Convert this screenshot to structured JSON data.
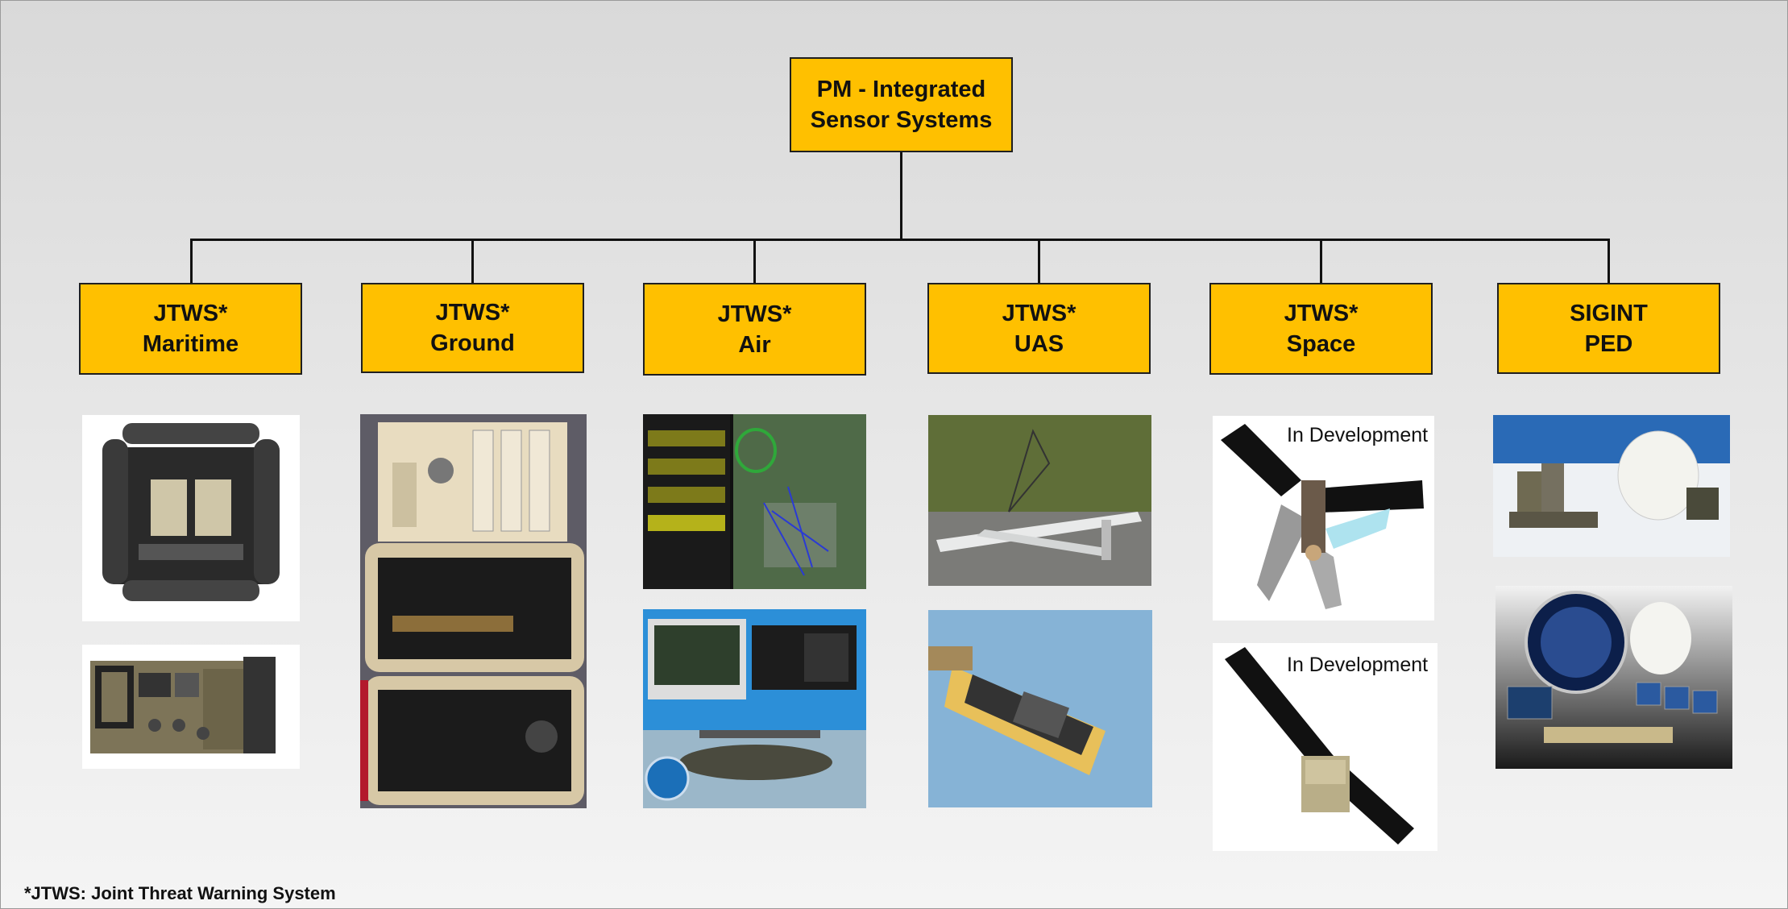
{
  "root": {
    "line1": "PM -  Integrated",
    "line2": "Sensor Systems"
  },
  "branches": [
    {
      "line1": "JTWS*",
      "line2": "Maritime"
    },
    {
      "line1": "JTWS*",
      "line2": "Ground"
    },
    {
      "line1": "JTWS*",
      "line2": "Air"
    },
    {
      "line1": "JTWS*",
      "line2": "UAS"
    },
    {
      "line1": "JTWS*",
      "line2": "Space"
    },
    {
      "line1": "SIGINT",
      "line2": "PED"
    }
  ],
  "captions": {
    "space_top": "In Development",
    "space_bottom": "In Development"
  },
  "footnote": "*JTWS: Joint Threat Warning System",
  "colors": {
    "box_fill": "#ffc000",
    "box_border": "#1f1f1f"
  }
}
